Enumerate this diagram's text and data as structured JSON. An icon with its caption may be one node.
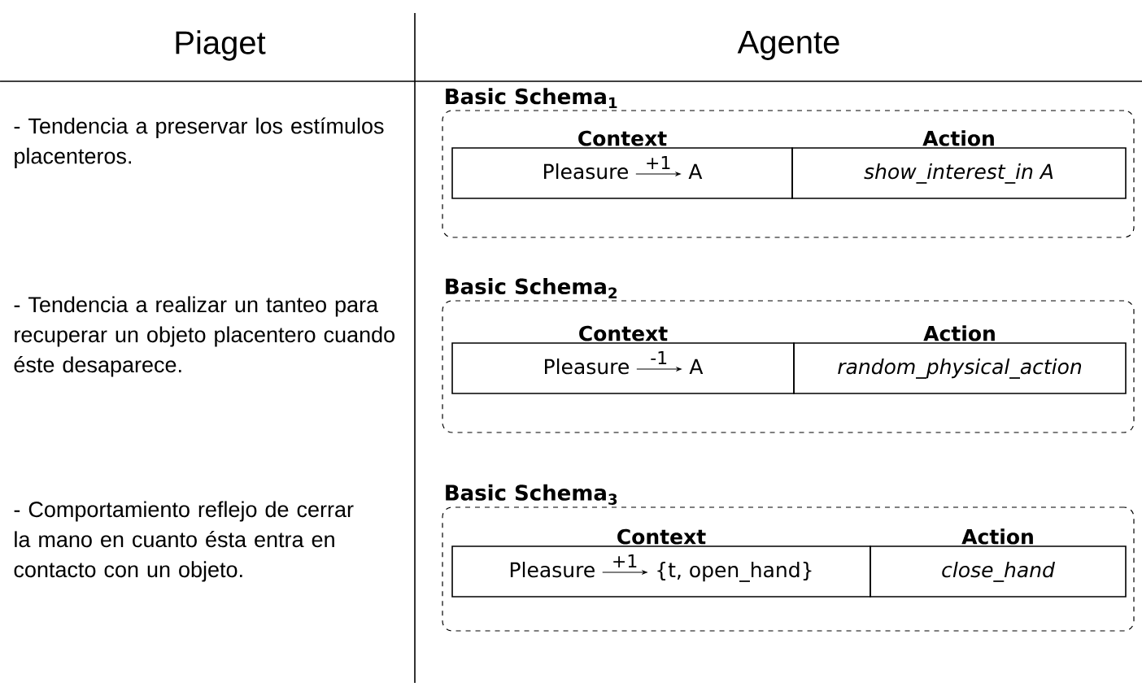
{
  "diagram": {
    "nodes": [
      {
        "text": [
          "Basic Schema$_{1}$"
        ]
      },
      {
        "text": [
          "Context",
          "Pleasure",
          "+1",
          "A"
        ],
        "in": 0
      },
      {
        "text": [
          "Action",
          "show_interest_in A"
        ],
        "in": 0
      },
      {
        "text": [
          "Basic Schema$_{2}$"
        ]
      },
      {
        "text": [
          "Context",
          "Pleasure",
          "-1",
          "A"
        ],
        "in": 3
      },
      {
        "text": [
          "Action",
          "random_physical_action"
        ],
        "in": 3
      },
      {
        "text": [
          "Basic Schema$_{3}$"
        ]
      },
      {
        "text": [
          "Context",
          "Pleasure",
          "+1",
          "{t, open_hand}"
        ],
        "in": 6
      },
      {
        "text": [
          "Action",
          "close_hand"
        ],
        "in": 6
      }
    ],
    "labels": [
      "Piaget",
      "Agente",
      "- Tendencia a preservar los estímulos placenteros.",
      "- Tendencia a realizar un tanteo para recuperar un objeto placentero cuando éste desaparece.",
      "- Comportamiento reflejo de cerrar la mano en cuanto ésta entra en contacto con un objeto."
    ]
  }
}
